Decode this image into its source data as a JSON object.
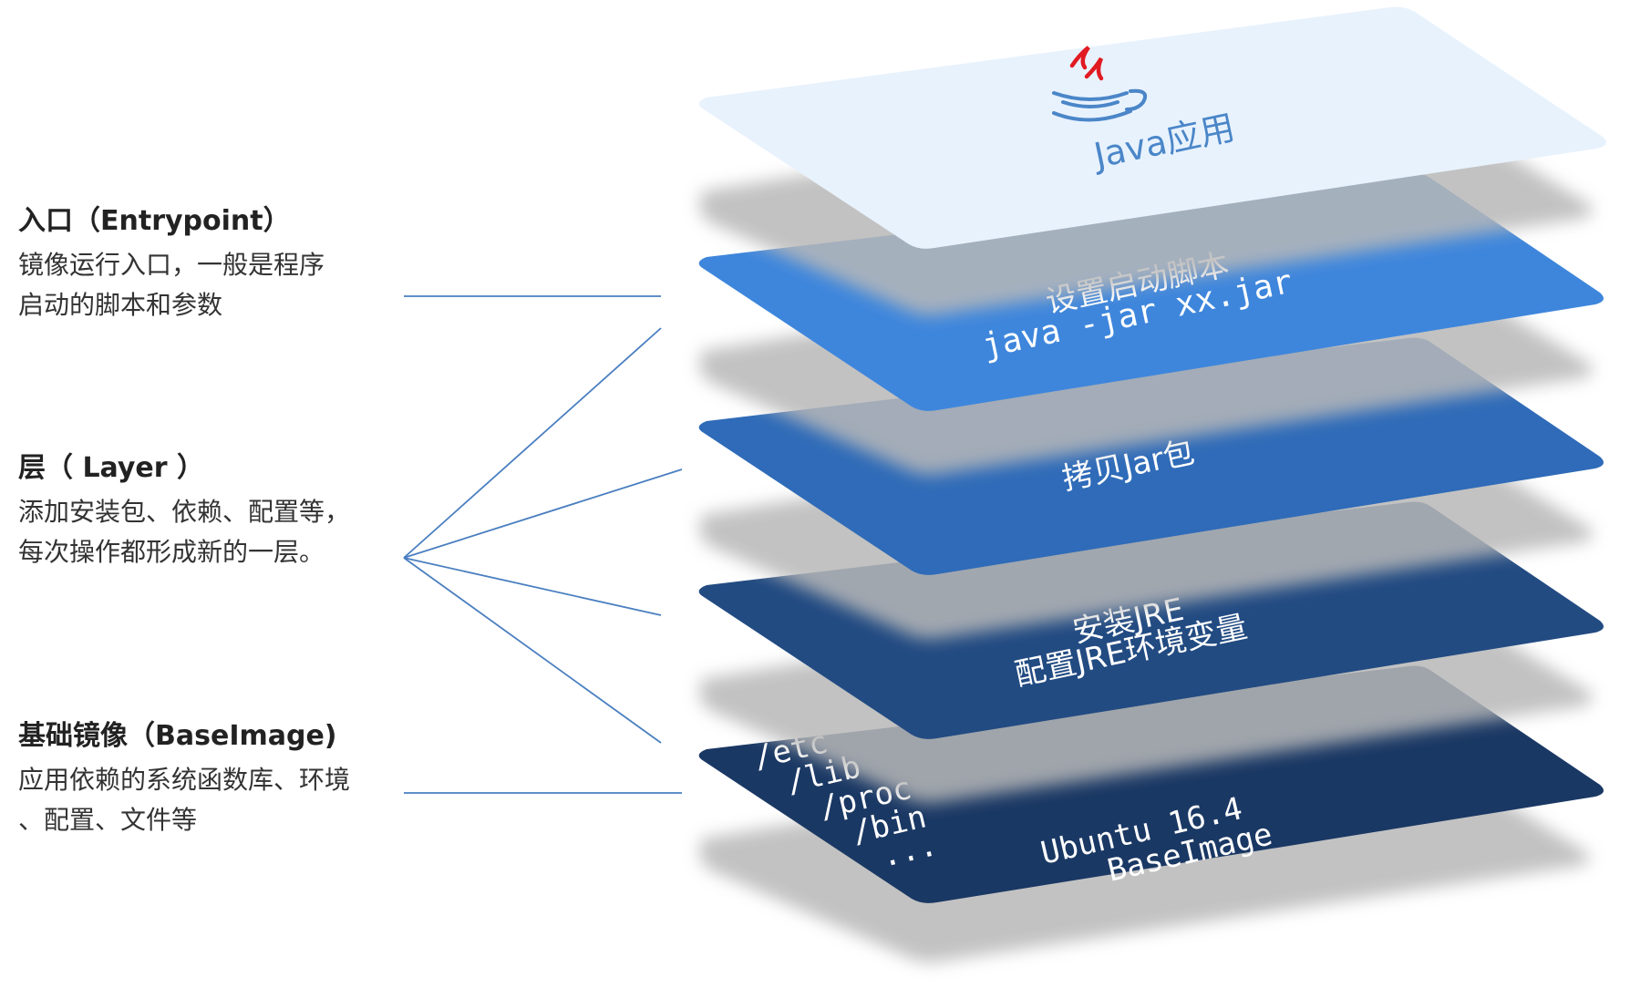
{
  "labels": {
    "entrypoint": {
      "title": "入口（Entrypoint）",
      "desc_line1": "镜像运行入口，一般是程序",
      "desc_line2": "启动的脚本和参数"
    },
    "layer": {
      "title": "层（ Layer ）",
      "desc_line1": "添加安装包、依赖、配置等，",
      "desc_line2": "每次操作都形成新的一层。"
    },
    "baseimage": {
      "title": "基础镜像（BaseImage)",
      "desc_line1": "应用依赖的系统函数库、环境",
      "desc_line2": "、配置、文件等"
    }
  },
  "cards": [
    {
      "id": "java-app",
      "fill": "#e8f2fd",
      "lines": [
        "Java应用"
      ],
      "text_color": "#4a86c8",
      "mono": false
    },
    {
      "id": "startup-script",
      "fill": "#3e86dc",
      "lines": [
        "设置启动脚本",
        "java -jar xx.jar"
      ],
      "text_color": "#ffffff",
      "mono": true
    },
    {
      "id": "copy-jar",
      "fill": "#2f6bb8",
      "lines": [
        "拷贝Jar包"
      ],
      "text_color": "#ffffff",
      "mono": false
    },
    {
      "id": "install-jre",
      "fill": "#224b82",
      "lines": [
        "安装JRE",
        "配置JRE环境变量"
      ],
      "text_color": "#ffffff",
      "mono": false
    },
    {
      "id": "base-image",
      "fill": "#1a3864",
      "lines": [
        "/etc",
        "/lib",
        "/proc",
        "/bin",
        "...",
        "Ubuntu 16.4",
        "BaseImage"
      ],
      "text_color": "#ffffff",
      "mono": true
    }
  ],
  "colors": {
    "connector": "#4a7fc0",
    "shadow": "#b8b8b8",
    "java_logo_red": "#e11b22",
    "java_logo_blue": "#4a86c8"
  },
  "icon": "java-coffee-cup-icon"
}
